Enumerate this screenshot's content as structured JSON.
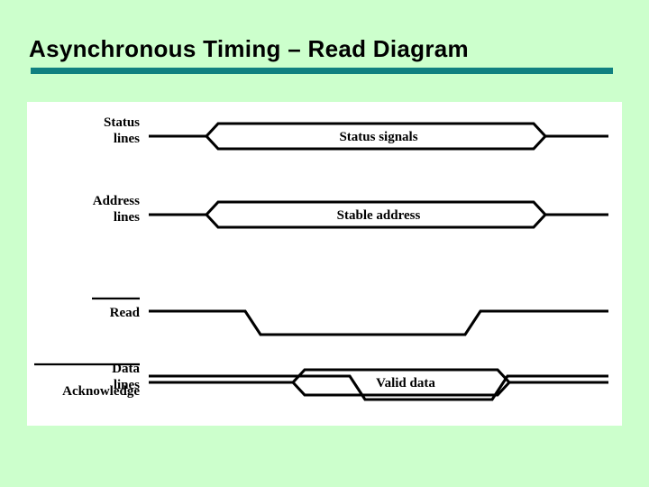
{
  "slide": {
    "title": "Asynchronous Timing – Read Diagram",
    "background_color": "#ccffcc",
    "panel_color": "#ffffff",
    "rule_color": "#108080",
    "ink_color": "#000000"
  },
  "diagram": {
    "type": "timing-diagram",
    "signals": [
      {
        "id": "status-lines",
        "label_lines": [
          "Status",
          "lines"
        ],
        "overline": false,
        "style": "bus",
        "value_text": "Status signals"
      },
      {
        "id": "address-lines",
        "label_lines": [
          "Address",
          "lines"
        ],
        "overline": false,
        "style": "bus",
        "value_text": "Stable address"
      },
      {
        "id": "read",
        "label_lines": [
          "Read"
        ],
        "overline": true,
        "style": "active-low-pulse",
        "value_text": ""
      },
      {
        "id": "data-lines",
        "label_lines": [
          "Data",
          "lines"
        ],
        "overline": false,
        "style": "bus",
        "value_text": "Valid data"
      },
      {
        "id": "acknowledge",
        "label_lines": [
          "Acknowledge"
        ],
        "overline": true,
        "style": "active-low-pulse",
        "value_text": ""
      }
    ]
  }
}
